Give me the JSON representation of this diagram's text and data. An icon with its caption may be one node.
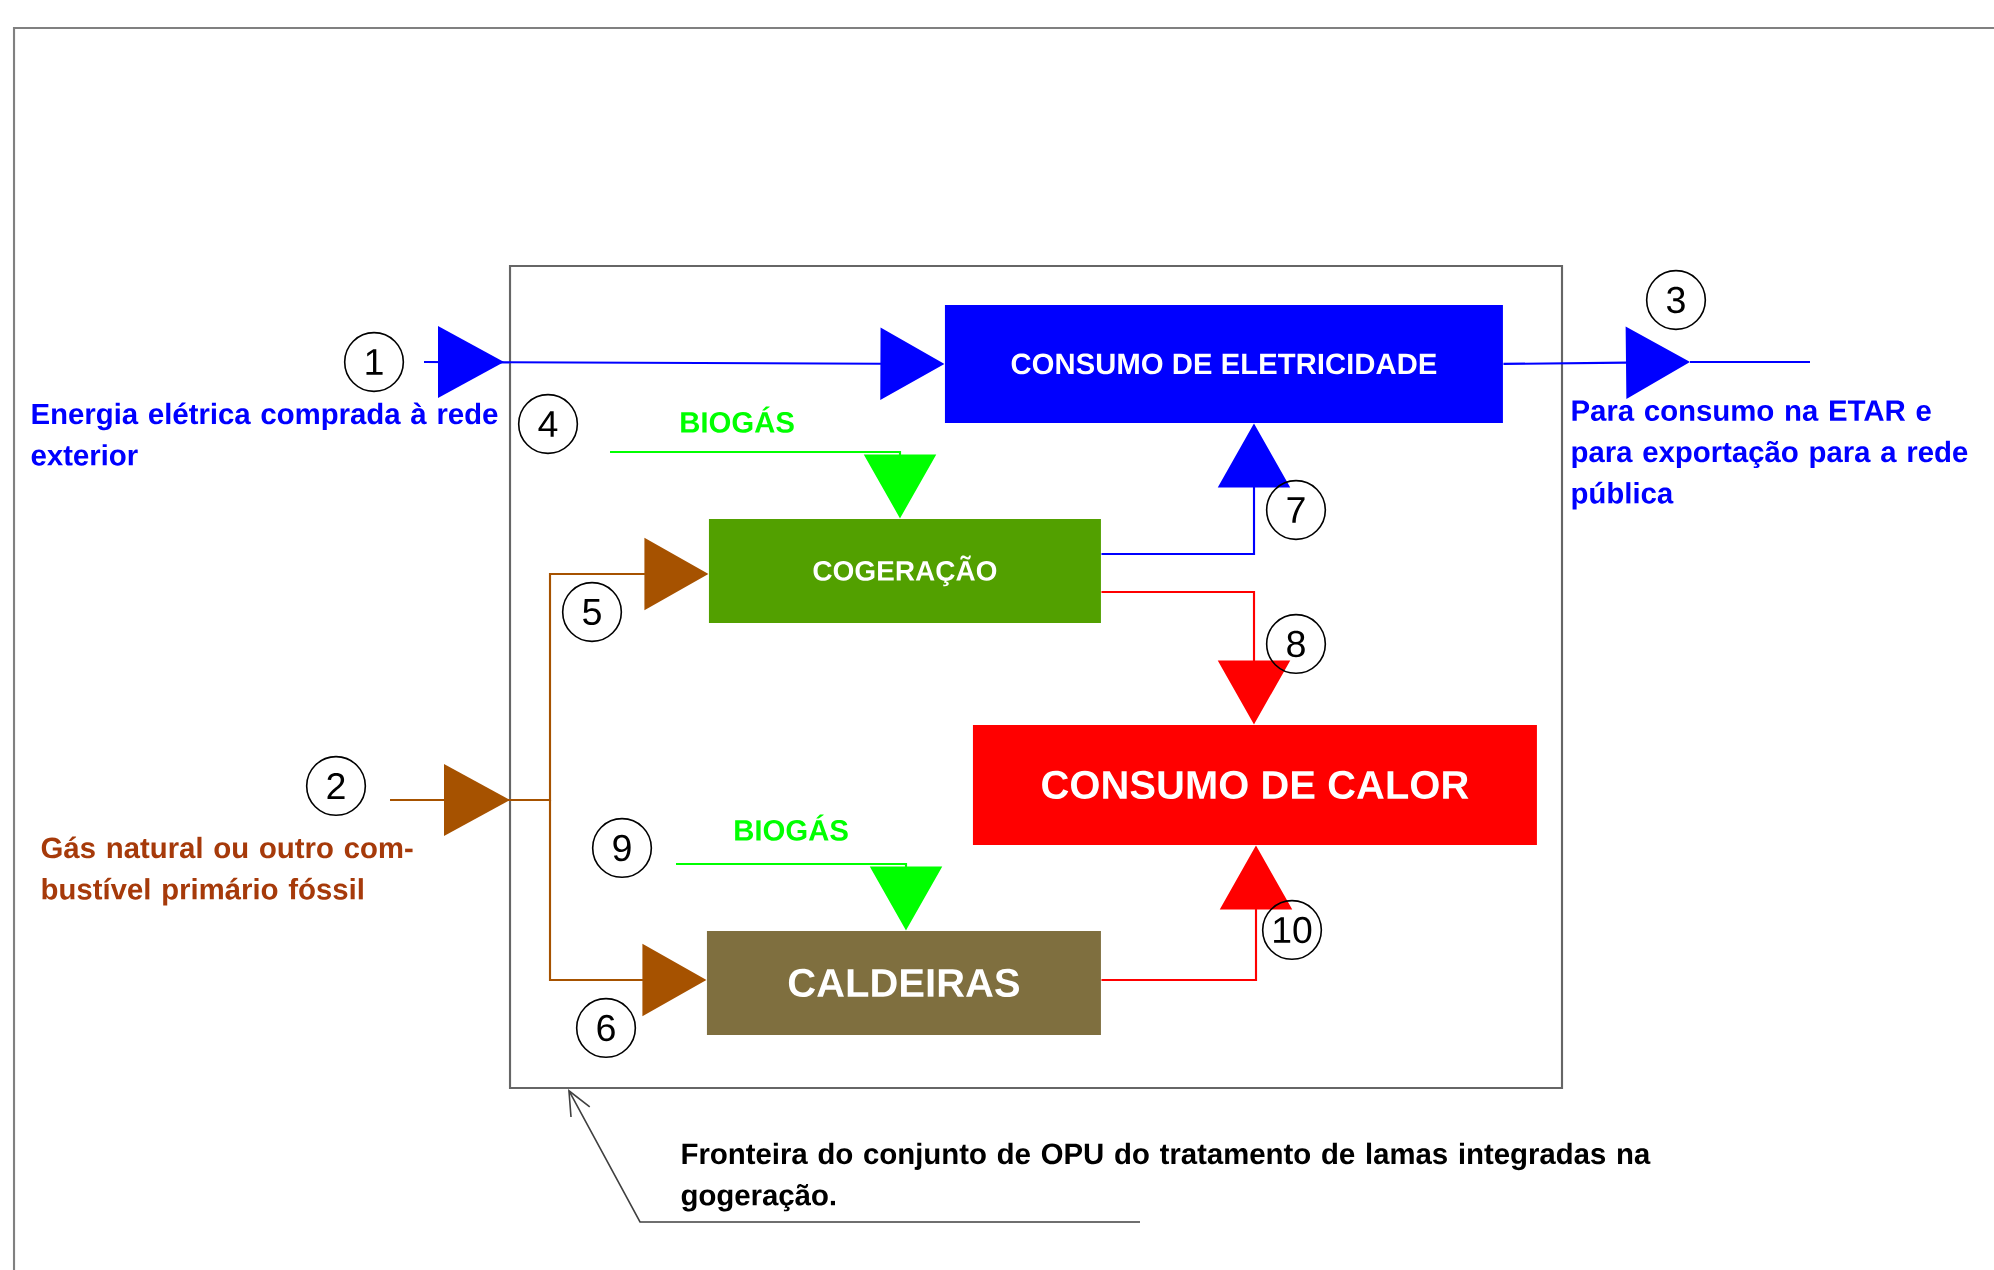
{
  "diagram": {
    "nodes": [
      {
        "text": [],
        "shape": "box"
      },
      {
        "text": [
          "CONSUMO DE ELETRICIDADE"
        ],
        "in": 0
      },
      {
        "text": [
          "COGERAÇÃO"
        ],
        "in": 0
      },
      {
        "text": [
          "CONSUMO DE CALOR"
        ],
        "in": 0
      },
      {
        "text": [
          "CALDEIRAS"
        ],
        "in": 0
      },
      {
        "text": [
          "Fronteira do conjunto de OPU do tratamento de lamas integradas na gogeração."
        ]
      }
    ],
    "edges": [
      {
        "from": null,
        "to": 1,
        "arrow": "to",
        "color": "#0000ff"
      },
      {
        "from": 1,
        "to": null,
        "arrow": "to",
        "color": "#0000ff"
      },
      {
        "from": null,
        "to": 2,
        "arrow": "to",
        "label": "BIOGÁS",
        "color": "#00ff00"
      },
      {
        "from": null,
        "to": 2,
        "arrow": "to",
        "color": "#a65200"
      },
      {
        "from": null,
        "to": 4,
        "arrow": "to",
        "color": "#a65200"
      },
      {
        "from": 2,
        "to": 1,
        "arrow": "to",
        "color": "#0000ff"
      },
      {
        "from": 2,
        "to": 3,
        "arrow": "to",
        "color": "#ff0000"
      },
      {
        "from": null,
        "to": 4,
        "arrow": "to",
        "label": "BIOGÁS",
        "color": "#00ff00"
      },
      {
        "from": 4,
        "to": 3,
        "arrow": "to",
        "color": "#ff0000"
      },
      {
        "from": 5,
        "to": 0,
        "arrow": "to",
        "color": "#404040"
      }
    ],
    "labels": [
      "1",
      "Energia elétrica comprada à rede exterior",
      "3",
      "Para consumo na ETAR e para exportação para a rede pública",
      "4",
      "7",
      "5",
      "8",
      "2",
      "Gás natural ou outro com- bustível primário fóssil",
      "9",
      "10",
      "6"
    ]
  }
}
